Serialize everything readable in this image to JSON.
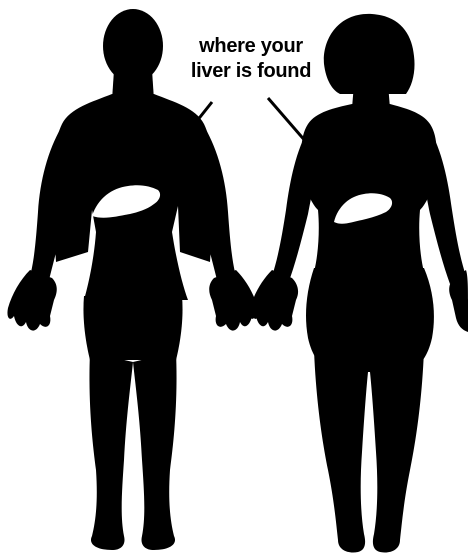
{
  "caption": {
    "line1": "where your",
    "line2": "liver is found"
  },
  "colors": {
    "silhouette": "#000000",
    "liver": "#ffffff",
    "background": "#ffffff"
  },
  "figures": [
    "male-silhouette",
    "female-silhouette"
  ]
}
